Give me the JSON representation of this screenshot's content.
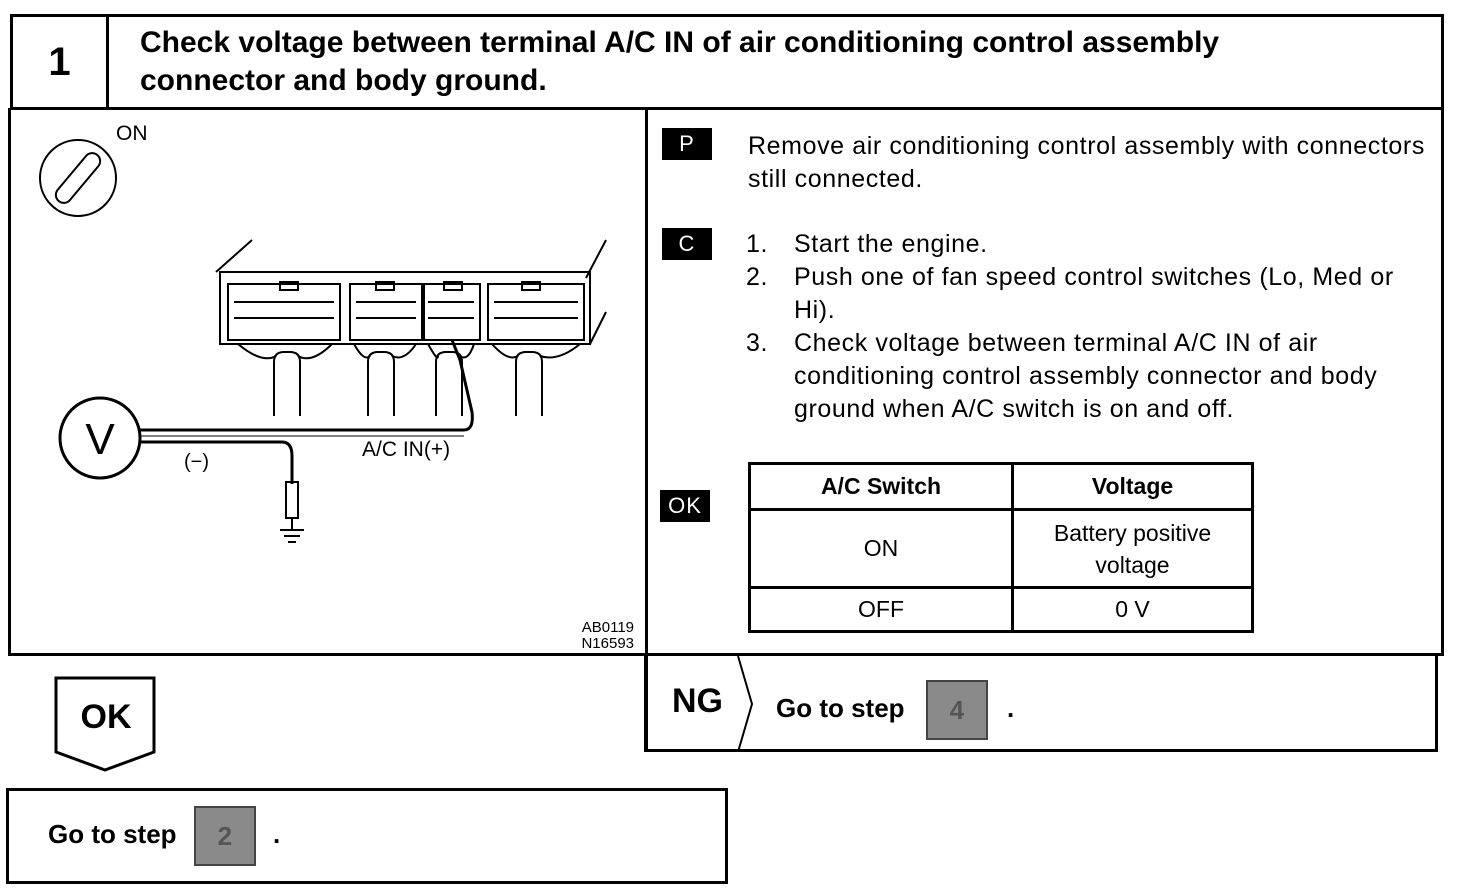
{
  "step": {
    "number": "1",
    "title_line1": "Check voltage between terminal A/C IN of air conditioning control assembly",
    "title_line2": "connector and body ground."
  },
  "figure": {
    "ignition_label": "ON",
    "meter_symbol": "V",
    "neg_label": "(−)",
    "pos_label": "A/C IN(+)",
    "code1": "AB0119",
    "code2": "N16593"
  },
  "prep": {
    "tag": "P",
    "text": "Remove air conditioning control assembly with connectors still connected."
  },
  "check": {
    "tag": "C",
    "steps": [
      {
        "n": "1.",
        "text": "Start the engine."
      },
      {
        "n": "2.",
        "text": "Push one of fan speed control switches (Lo, Med or Hi)."
      },
      {
        "n": "3.",
        "text": "Check voltage between terminal A/C IN of air conditioning control assembly connector and body ground when A/C switch is on and off."
      }
    ]
  },
  "ok_spec": {
    "tag": "OK",
    "headers": [
      "A/C Switch",
      "Voltage"
    ],
    "rows": [
      [
        "ON",
        "Battery positive voltage"
      ],
      [
        "OFF",
        "0 V"
      ]
    ]
  },
  "ng": {
    "label": "NG",
    "text": "Go to step",
    "step_ref": "4",
    "period": "."
  },
  "ok": {
    "label": "OK",
    "text": "Go to step",
    "step_ref": "2",
    "period": "."
  }
}
